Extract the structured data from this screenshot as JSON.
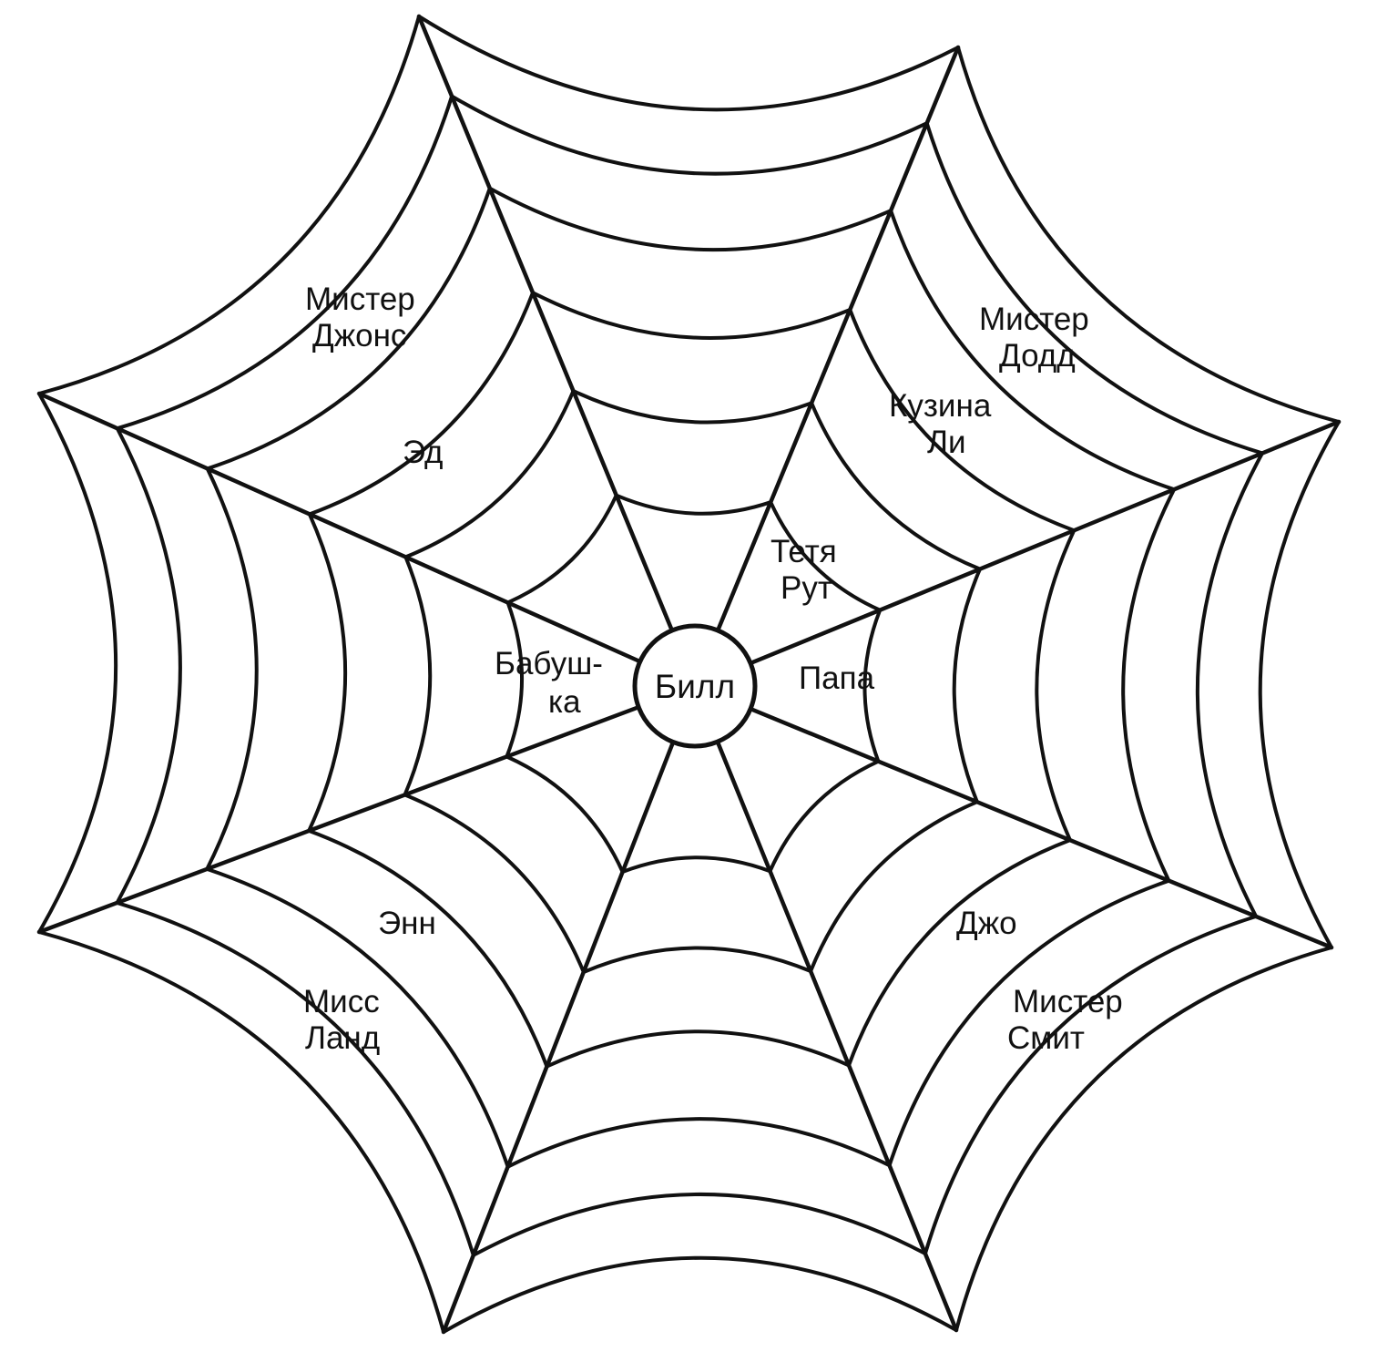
{
  "web": {
    "center": "Билл",
    "people": {
      "papa": "Папа",
      "aunt_1": "Тетя",
      "aunt_2": "Рут",
      "cousin_1": "Кузина",
      "cousin_2": "Ли",
      "mrdodd_1": "Мистер",
      "mrdodd_2": "Додд",
      "grandma_1": "Бабуш-",
      "grandma_2": "ка",
      "ed": "Эд",
      "mrjones_1": "Мистер",
      "mrjones_2": "Джонс",
      "ann": "Энн",
      "missland_1": "Мисс",
      "missland_2": "Ланд",
      "joe": "Джо",
      "mrsmith_1": "Мистер",
      "mrsmith_2": "Смит"
    }
  },
  "colors": {
    "ink": "#111111",
    "paper": "#ffffff"
  }
}
